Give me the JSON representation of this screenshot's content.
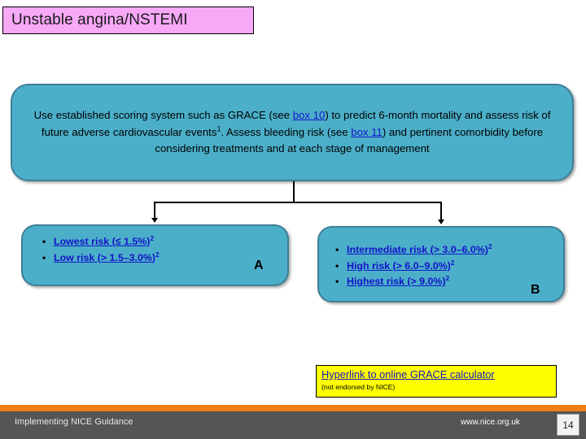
{
  "slide": {
    "title": "Unstable angina/NSTEMI",
    "title_bg": "#f7a8f7"
  },
  "main_box": {
    "segments": {
      "part1": "Use established scoring system such as GRACE (see ",
      "link1": "box 10",
      "part2": ") to predict 6-month mortality and assess risk of future adverse cardiovascular events",
      "sup1": "1",
      "part3": ". Assess bleeding risk (see ",
      "link2": "box 11",
      "part4": ") and pertinent comorbidity before considering treatments and at each stage of management"
    },
    "bg_color": "#4bafc9"
  },
  "left_risk_box": {
    "letter": "A",
    "items": [
      {
        "text": "Lowest risk (≤ 1.5%)",
        "sup": "2"
      },
      {
        "text": "Low risk (> 1.5–3.0%)",
        "sup": "2"
      }
    ]
  },
  "right_risk_box": {
    "letter": "B",
    "items": [
      {
        "text": "Intermediate risk (> 3.0–6.0%)",
        "sup": "2"
      },
      {
        "text": "High risk (> 6.0–9.0%)",
        "sup": "2"
      },
      {
        "text": "Highest risk (> 9.0%)",
        "sup": "2"
      }
    ]
  },
  "hyperlink_box": {
    "link_text": "Hyperlink to online GRACE calculator",
    "note": "(not endorsed by NICE)",
    "bg_color": "#ffff00"
  },
  "footer": {
    "left_text": "Implementing NICE Guidance",
    "url": "www.nice.org.uk",
    "page_number": "14",
    "stripe_color": "#ee7f17",
    "bar_color": "#555555"
  }
}
